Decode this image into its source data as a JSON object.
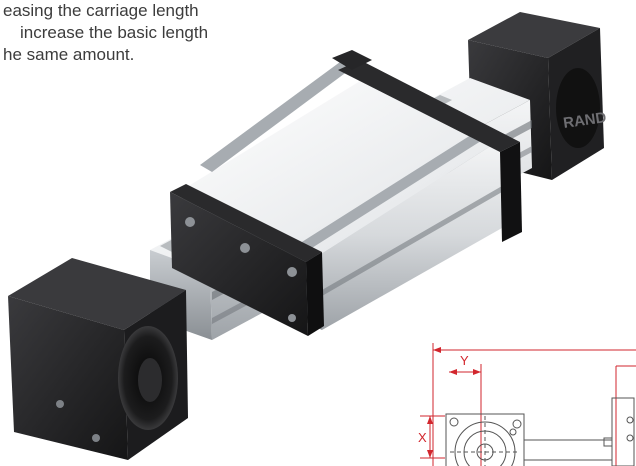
{
  "caption": {
    "lines": [
      "easing the carriage length",
      "increase the basic length",
      "he same amount."
    ]
  },
  "drawing": {
    "dimension_labels": {
      "y": "Y",
      "x": "X"
    },
    "dimension_color": "#d2262d"
  },
  "motor_mount": {
    "brand_text": "RAND"
  },
  "colors": {
    "aluminum_light": "#e3e5e7",
    "aluminum_mid": "#b9bdc1",
    "aluminum_dark": "#8e9398",
    "end_block": "#2a2a2c",
    "end_block_dark": "#161617",
    "text": "#3c3c3c"
  }
}
